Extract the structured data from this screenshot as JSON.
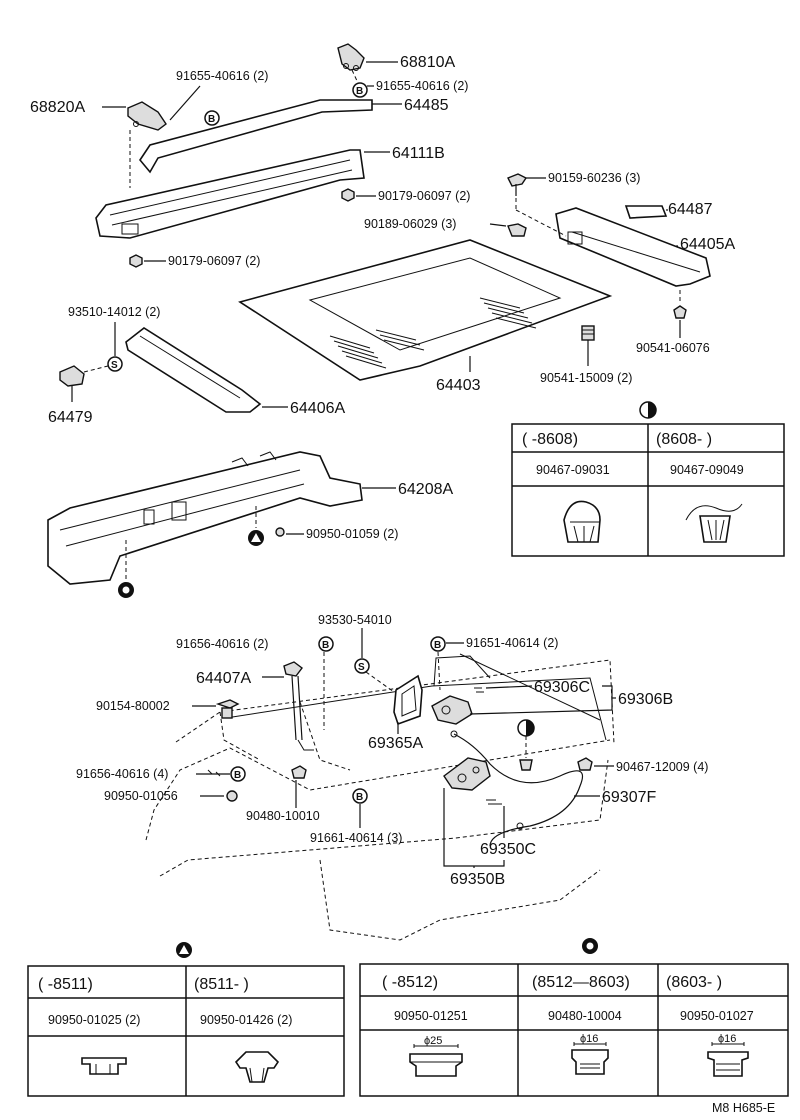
{
  "labels": {
    "p68810a": "68810A",
    "p91655a": "91655-40616 (2)",
    "p91655b": "91655-40616 (2)",
    "p68820a": "68820A",
    "p64485": "64485",
    "p64111b": "64111B",
    "p90159": "90159-60236 (3)",
    "p90179a": "90179-06097 (2)",
    "p64487": "64487",
    "p90189": "90189-06029 (3)",
    "p64405a": "64405A",
    "p90179b": "90179-06097 (2)",
    "p93510": "93510-14012 (2)",
    "p90541a": "90541-06076",
    "p64403": "64403",
    "p90541b": "90541-15009 (2)",
    "p64479": "64479",
    "p64406a": "64406A",
    "p64208a": "64208A",
    "p90950a": "90950-01059 (2)",
    "p93530": "93530-54010",
    "p91656a": "91656-40616 (2)",
    "p91651": "91651-40614 (2)",
    "p64407a": "64407A",
    "p69306c": "69306C",
    "p69306b": "69306B",
    "p90154": "90154-80002",
    "p69365a": "69365A",
    "p91656b": "91656-40616 (4)",
    "p90467b": "90467-12009 (4)",
    "p90950b": "90950-01056",
    "p90480": "90480-10010",
    "p69307f": "69307F",
    "p91661": "91661-40614 (3)",
    "p69350c": "69350C",
    "p69350b": "69350B",
    "footer": "M8  H685-E"
  },
  "symbols": {
    "b": "B",
    "s": "S"
  },
  "table_half": {
    "col1": "(      -8608)",
    "col2": "(8608-       )",
    "part1": "90467-09031",
    "part2": "90467-09049"
  },
  "table_tri": {
    "col1": "(      -8511)",
    "col2": "(8511-       )",
    "part1": "90950-01025 (2)",
    "part2": "90950-01426 (2)"
  },
  "table_gear": {
    "col1": "(      -8512)",
    "col2": "(8512—8603)",
    "col3": "(8603-       )",
    "part1": "90950-01251",
    "part2": "90480-10004",
    "part3": "90950-01027",
    "dim1": "ϕ25",
    "dim2": "ϕ16",
    "dim3": "ϕ16"
  }
}
